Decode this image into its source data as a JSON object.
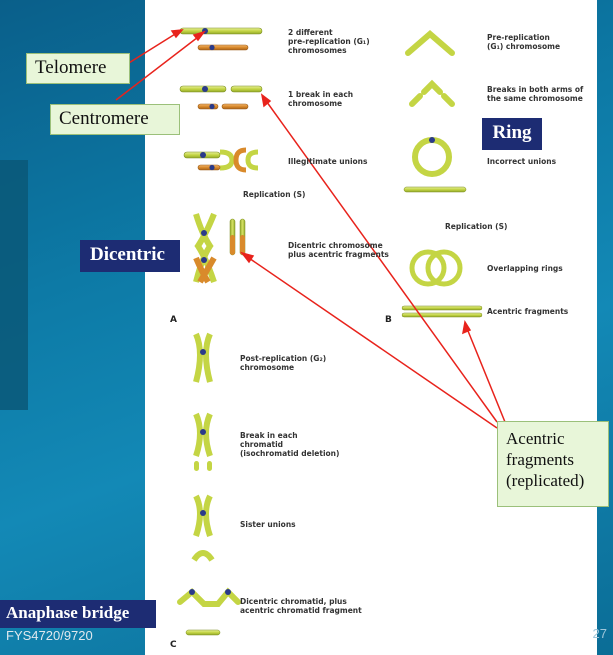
{
  "labels": {
    "telomere": "Telomere",
    "centromere": "Centromere",
    "ring": "Ring",
    "dicentric": "Dicentric",
    "anaphase_bridge": "Anaphase bridge",
    "acentric_1": "Acentric",
    "acentric_2": "fragments",
    "acentric_3": "(replicated)"
  },
  "captions_a": {
    "c1a": "2 different",
    "c1b": "pre-replication (G₁)",
    "c1c": "chromosomes",
    "c2a": "1 break in each",
    "c2b": "chromosome",
    "c3": "Illegitimate unions",
    "replication": "Replication (S)",
    "c4a": "Dicentric chromosome",
    "c4b": "plus acentric fragments"
  },
  "captions_b": {
    "c1a": "Pre-replication",
    "c1b": "(G₁) chromosome",
    "c2a": "Breaks in both arms of",
    "c2b": "the same chromosome",
    "c3": "Incorrect unions",
    "replication": "Replication (S)",
    "c4": "Overlapping rings",
    "c5": "Acentric fragments"
  },
  "captions_c": {
    "c1a": "Post-replication (G₂)",
    "c1b": "chromosome",
    "c2a": "Break in each",
    "c2b": "chromatid",
    "c2c": "(isochromatid deletion)",
    "c3": "Sister unions",
    "c4a": "Dicentric chromatid, plus",
    "c4b": "acentric chromatid fragment"
  },
  "panel_letters": {
    "a": "A",
    "b": "B",
    "c": "C"
  },
  "footer": {
    "course": "FYS4720/9720",
    "page": "27"
  },
  "colors": {
    "chromosome_green": "#c8d84a",
    "chromosome_orange": "#d98a2b",
    "arrow_red": "#e8231c",
    "navy": "#1d2c73"
  }
}
